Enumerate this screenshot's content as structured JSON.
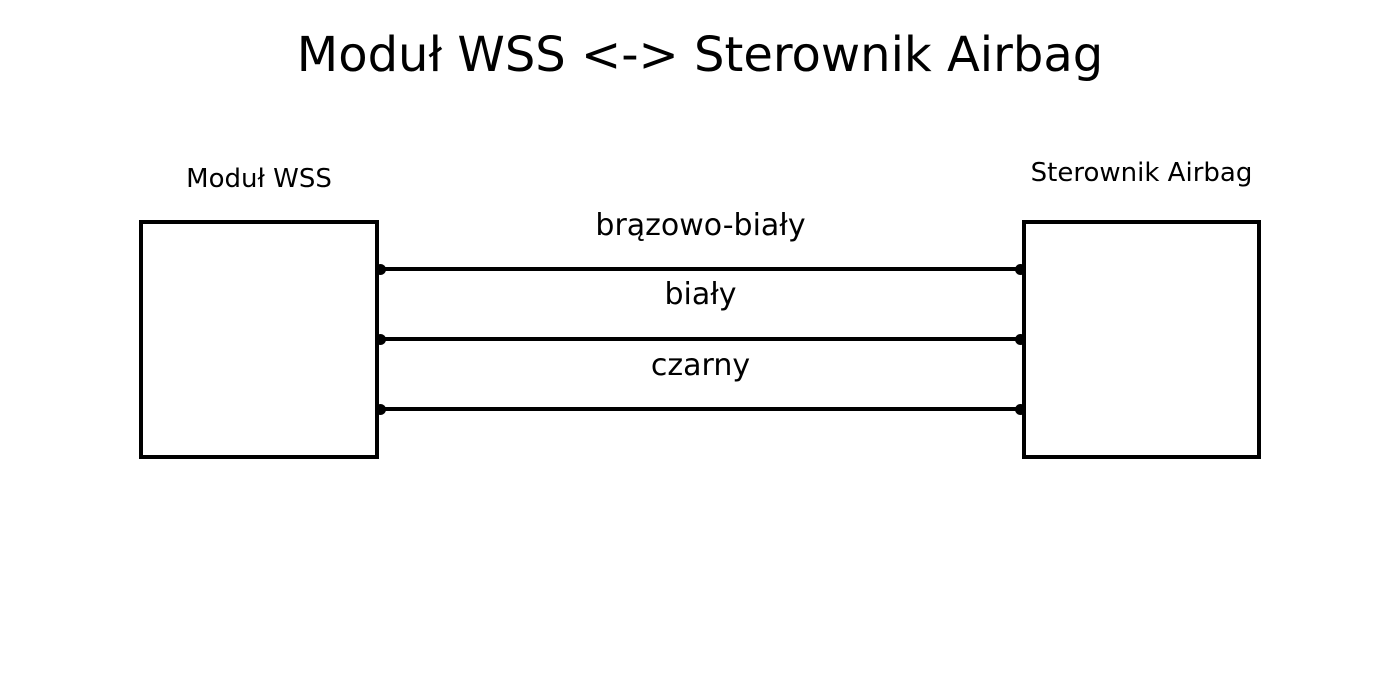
{
  "title": "Moduł WSS <-> Sterownik Airbag",
  "diagram": {
    "left_box": {
      "label": "Moduł WSS"
    },
    "right_box": {
      "label": "Sterownik Airbag"
    },
    "wires": [
      {
        "label": "brązowo-biały"
      },
      {
        "label": "biały"
      },
      {
        "label": "czarny"
      }
    ]
  },
  "colors": {
    "ink": "#000000",
    "background": "#ffffff"
  }
}
